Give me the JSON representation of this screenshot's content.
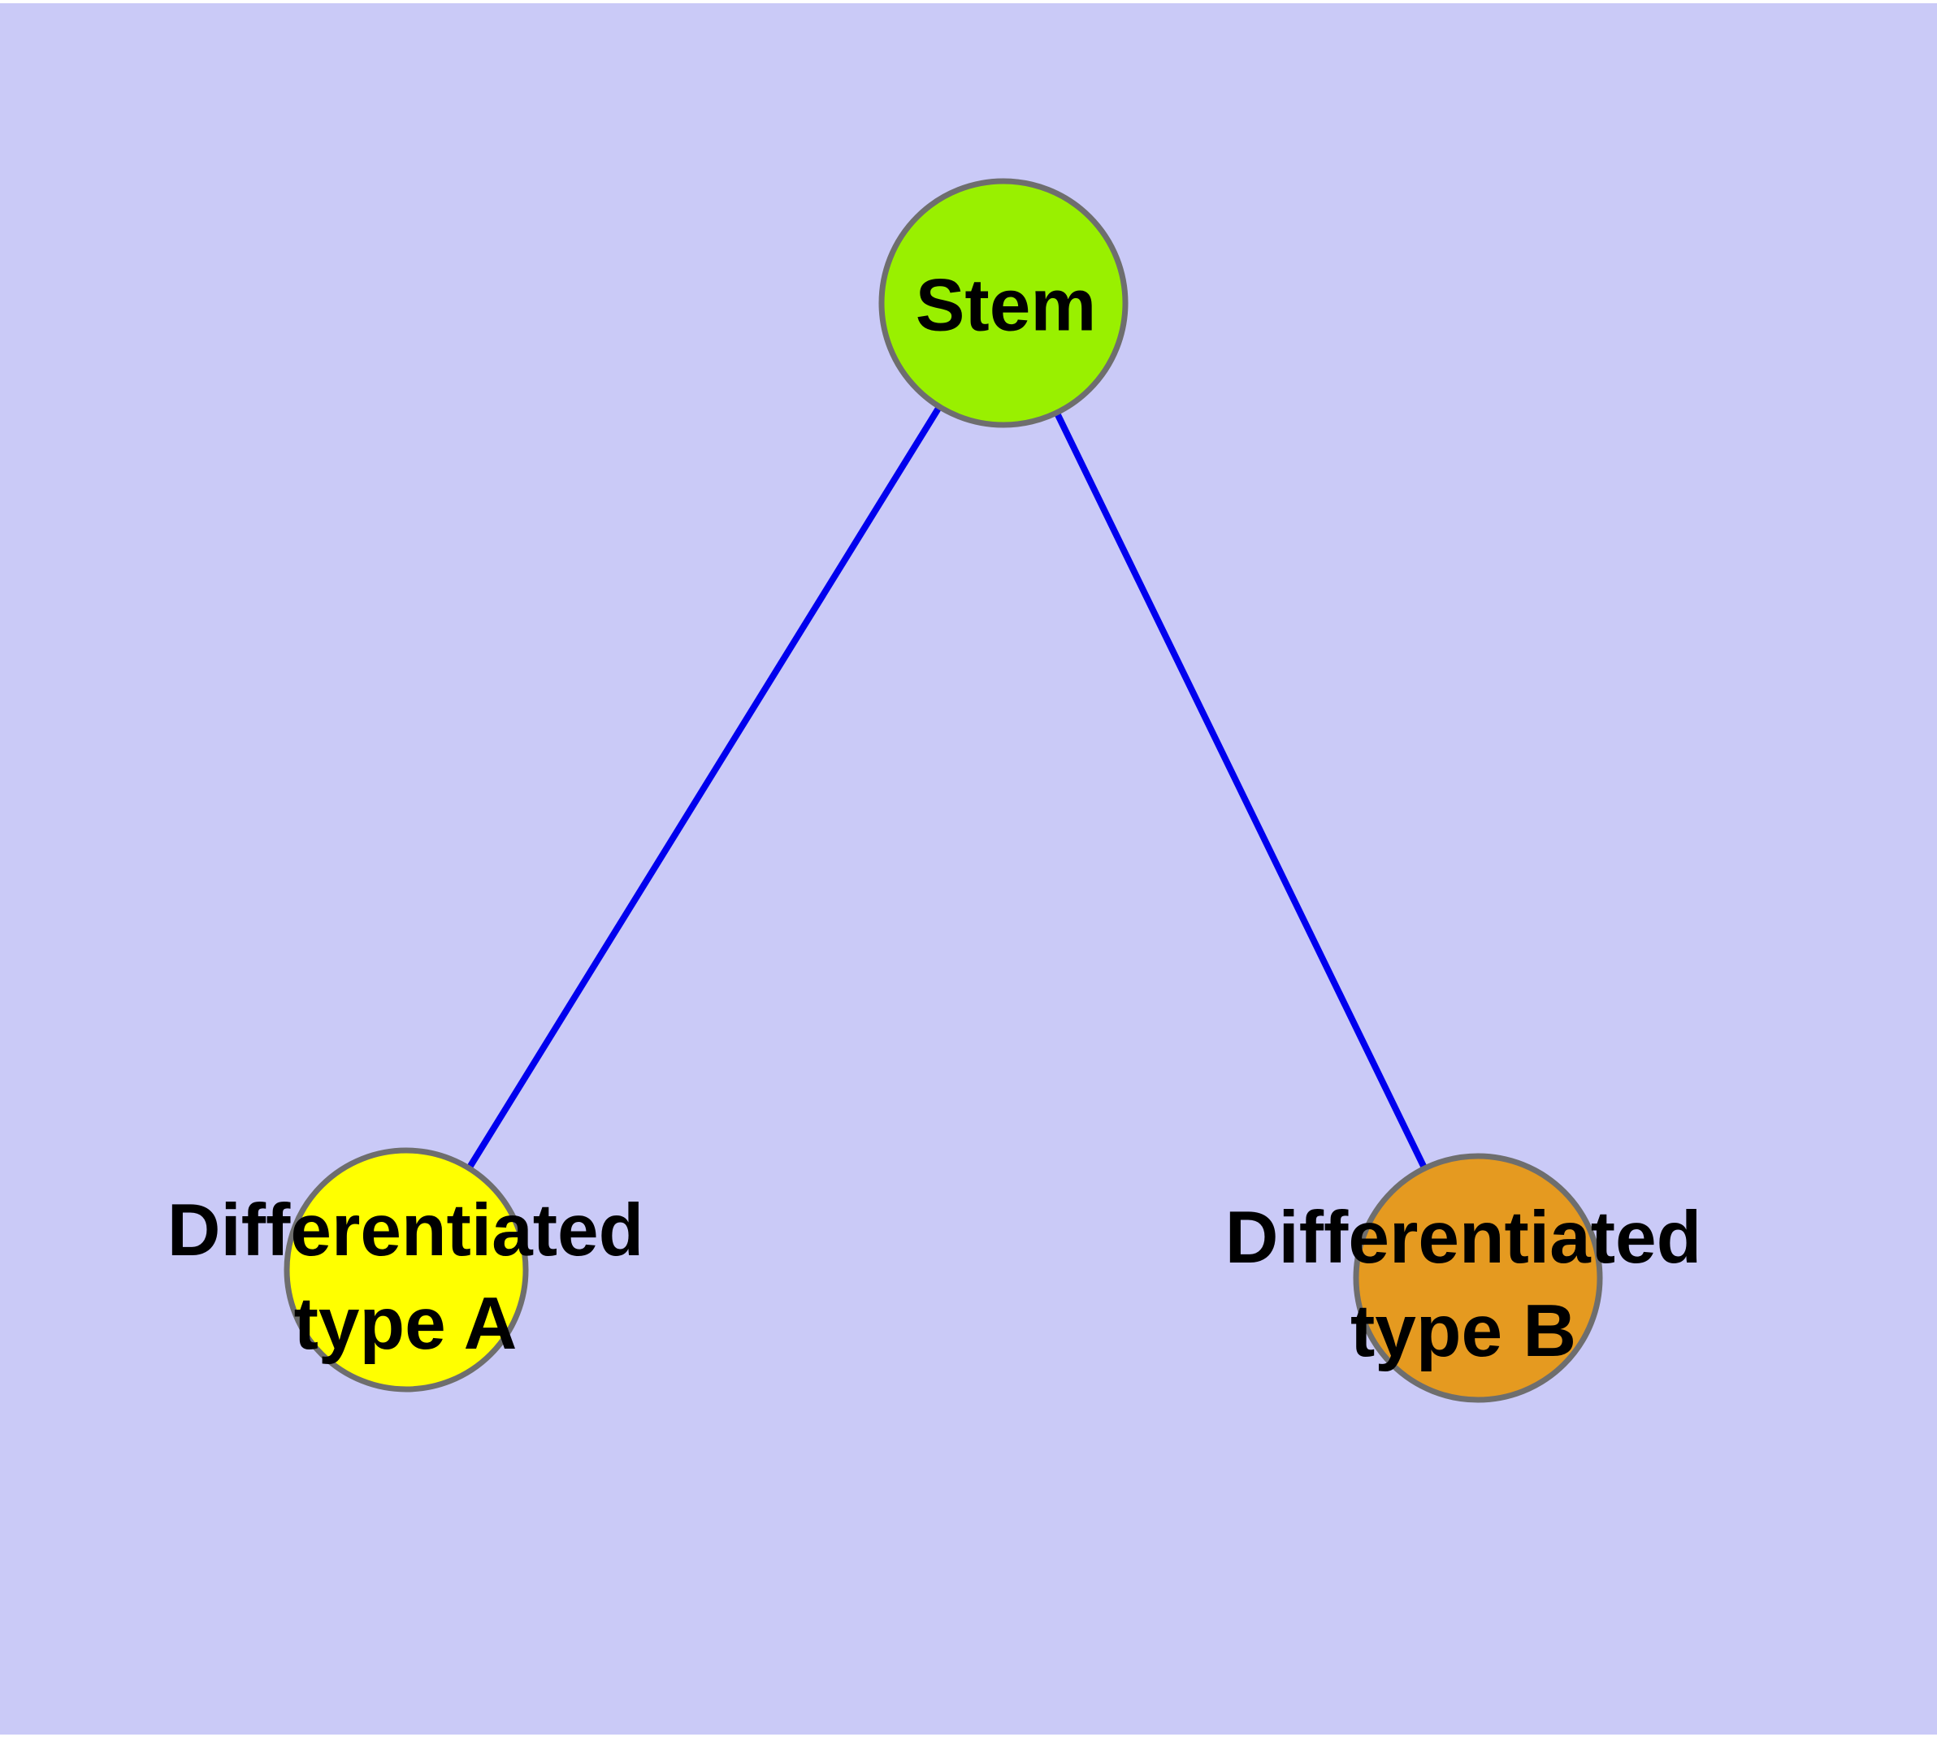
{
  "colors": {
    "background": "#cacaf7",
    "frame": "#ffffff",
    "edge": "#0000ee",
    "node_border": "#6e6e6e",
    "label_text": "#000000"
  },
  "graph": {
    "nodes": {
      "stem": {
        "label": "Stem",
        "fill": "#99f000"
      },
      "type_a": {
        "line1": "Differentiated",
        "line2": "type A",
        "fill": "#ffff00"
      },
      "type_b": {
        "line1": "Differentiated",
        "line2": "type B",
        "fill": "#e59a20"
      }
    },
    "edges": [
      {
        "from": "Stem",
        "to": "Differentiated type A"
      },
      {
        "from": "Stem",
        "to": "Differentiated type B"
      }
    ]
  }
}
